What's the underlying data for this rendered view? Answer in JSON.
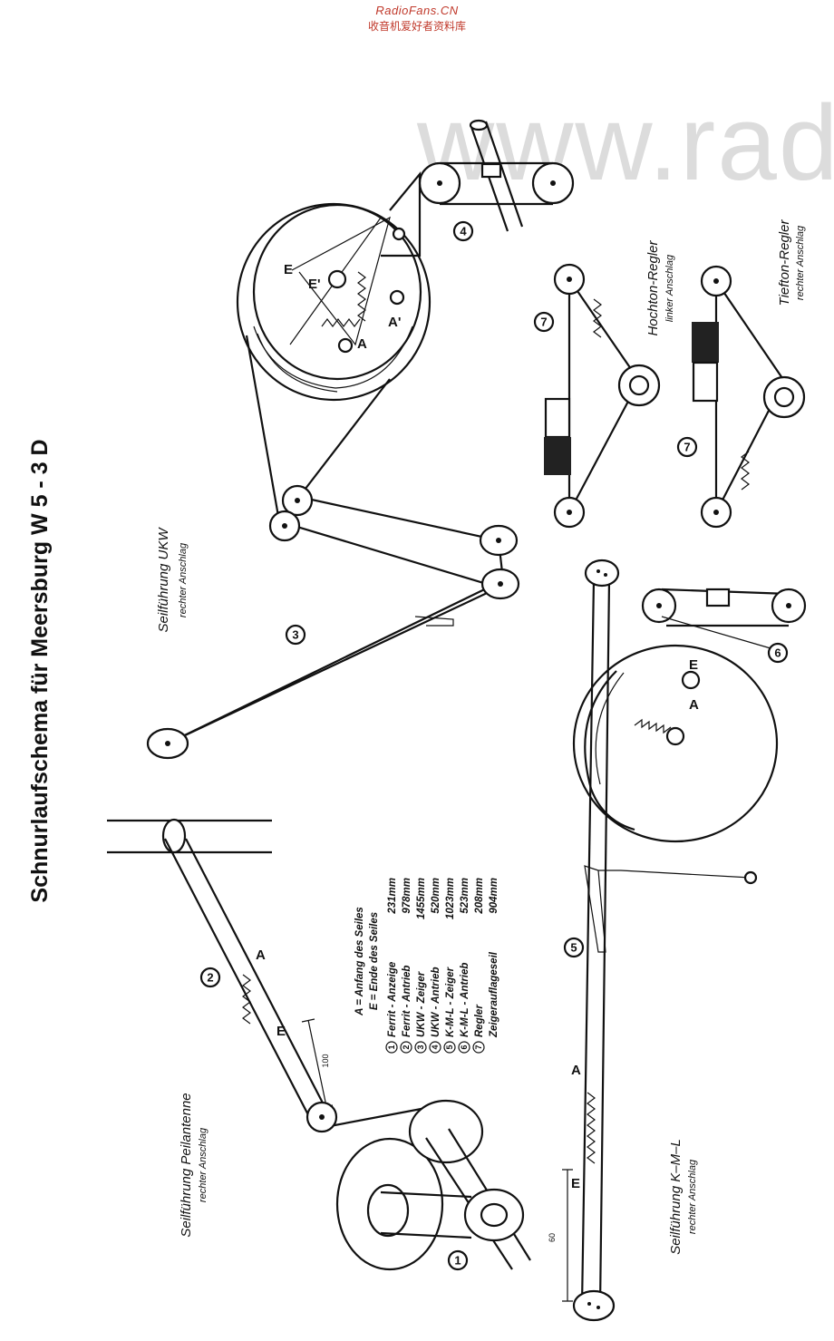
{
  "watermark": {
    "site": "RadioFans.CN",
    "site_cn": "收音机爱好者资料库",
    "big": "www.rad"
  },
  "title": "Schnurlaufschema für Meersburg W 5 - 3 D",
  "sections": {
    "ukw": {
      "title": "Seilführung  UKW",
      "subtitle": "rechter Anschlag"
    },
    "peil": {
      "title": "Seilführung  Peilantenne",
      "subtitle": "rechter Anschlag"
    },
    "kml": {
      "title": "Seilführung  K–M–L",
      "subtitle": "rechter Anschlag"
    },
    "hochton": {
      "title": "Hochton-Regler",
      "subtitle": "linker Anschlag"
    },
    "tiefton": {
      "title": "Tiefton-Regler",
      "subtitle": "rechter Anschlag"
    }
  },
  "legend": {
    "line1": "A = Anfang des Seiles",
    "line2": "E = Ende des Seiles",
    "items": [
      {
        "num": "1",
        "name": "Ferrit - Anzeige",
        "length": "231mm"
      },
      {
        "num": "2",
        "name": "Ferrit - Antrieb",
        "length": "978mm"
      },
      {
        "num": "3",
        "name": "UKW - Zeiger",
        "length": "1455mm"
      },
      {
        "num": "4",
        "name": "UKW - Antrieb",
        "length": "520mm"
      },
      {
        "num": "5",
        "name": "K-M-L - Zeiger",
        "length": "1023mm"
      },
      {
        "num": "6",
        "name": "K-M-L - Antrieb",
        "length": "523mm"
      },
      {
        "num": "7",
        "name": "Regler",
        "length": "208mm"
      },
      {
        "num": "",
        "name": "Zeigerauflageseil",
        "length": "904mm"
      }
    ]
  },
  "markers": {
    "A": "A",
    "E": "E",
    "A_prime": "A'",
    "E_prime": "E'"
  },
  "cable_numbers": {
    "c1": "1",
    "c2": "2",
    "c3": "3",
    "c4": "4",
    "c5": "5",
    "c6": "6",
    "c7a": "7",
    "c7b": "7"
  },
  "dimensions": {
    "d100": "100",
    "d60": "60"
  }
}
